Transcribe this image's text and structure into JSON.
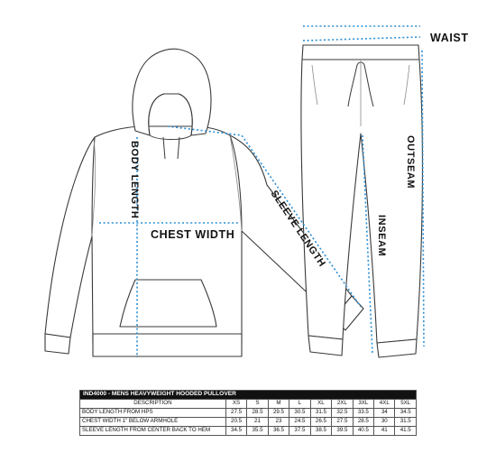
{
  "labels": {
    "body_length": "BODY LENGTH",
    "chest_width": "CHEST WIDTH",
    "sleeve_length": "SLEEVE LENGTH",
    "waist": "WAIST",
    "outseam": "OUTSEAM",
    "inseam": "INSEAM"
  },
  "colors": {
    "measure_line": "#2a8fd6",
    "outline": "#3a3a3a",
    "table_header_bg": "#111111"
  },
  "table": {
    "title": "IND4000 - MENS HEAVYWEIGHT HOODED PULLOVER",
    "columns": [
      "DESCRIPTION",
      "XS",
      "S",
      "M",
      "L",
      "XL",
      "2XL",
      "3XL",
      "4XL",
      "5XL"
    ],
    "rows": [
      {
        "desc": "BODY LENGTH FROM HPS",
        "values": [
          "27.5",
          "28.5",
          "29.5",
          "30.5",
          "31.5",
          "32.5",
          "33.5",
          "34",
          "34.5"
        ]
      },
      {
        "desc": "CHEST WIDTH 1\" BELOW ARMHOLE",
        "values": [
          "20.5",
          "21",
          "23",
          "24.5",
          "26.5",
          "27.5",
          "28.5",
          "30",
          "31.5"
        ]
      },
      {
        "desc": "SLEEVE LENGTH FROM CENTER BACK TO HEM",
        "values": [
          "34.5",
          "35.5",
          "36.5",
          "37.5",
          "38.5",
          "39.5",
          "40.5",
          "41",
          "41.5"
        ]
      }
    ]
  }
}
